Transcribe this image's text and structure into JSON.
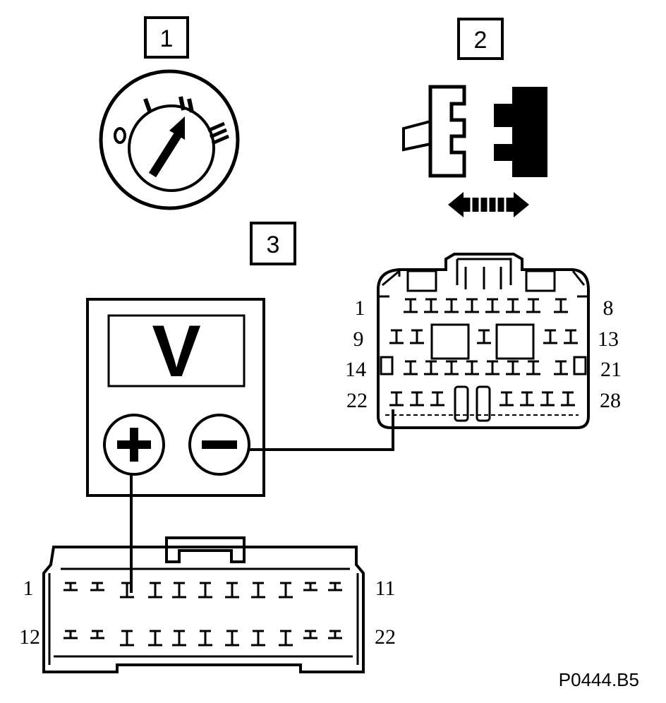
{
  "steps": {
    "step1": "1",
    "step2": "2",
    "step3": "3"
  },
  "ignition": {
    "positions": [
      "0",
      "I",
      "II",
      "III"
    ]
  },
  "voltmeter": {
    "symbol": "V",
    "plus": "+",
    "minus": "−"
  },
  "upper_connector": {
    "pin_labels": {
      "row1_left": "1",
      "row1_right": "8",
      "row2_left": "9",
      "row2_right": "13",
      "row3_left": "14",
      "row3_right": "21",
      "row4_left": "22",
      "row4_right": "28"
    }
  },
  "lower_connector": {
    "pin_labels": {
      "row1_left": "1",
      "row1_right": "11",
      "row2_left": "12",
      "row2_right": "22"
    }
  },
  "reference": "P0444.B5"
}
